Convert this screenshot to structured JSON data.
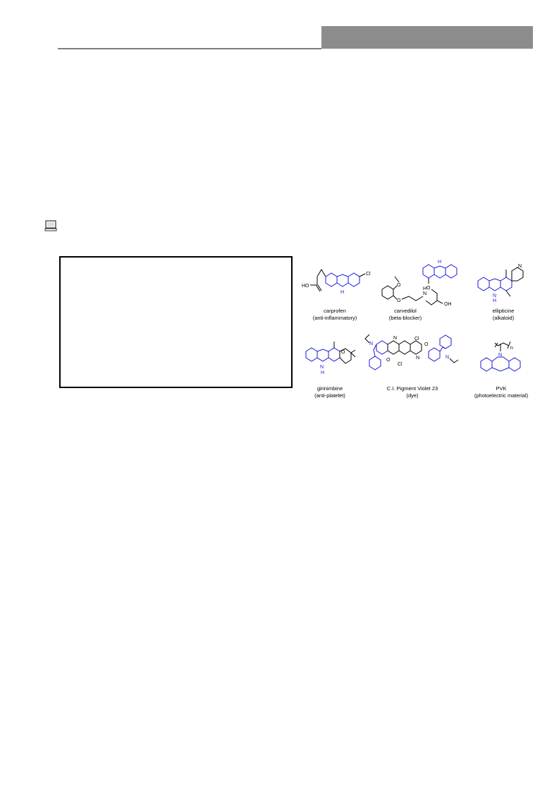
{
  "figure": {
    "compounds": [
      {
        "name": "carprofen",
        "use": "(anti-inflammatory)"
      },
      {
        "name": "carvedilol",
        "use": "(beta-blocker)"
      },
      {
        "name": "ellipticine",
        "use": "(alkaloid)"
      },
      {
        "name": "girinimbine",
        "use": "(anti-platelet)"
      },
      {
        "name": "C.I. Pigment Violet 23",
        "use": "(dye)"
      },
      {
        "name": "PVK",
        "use": "(photoelectric material)"
      }
    ],
    "atoms": {
      "cl": "Cl",
      "nh": "H",
      "n": "N",
      "o": "O",
      "oh": "OH",
      "ho": "HO",
      "subscript_n": "n"
    },
    "colors": {
      "carbazole": "#1a1adc",
      "other": "#000000"
    }
  },
  "icons": {
    "marker": "computer-icon"
  }
}
